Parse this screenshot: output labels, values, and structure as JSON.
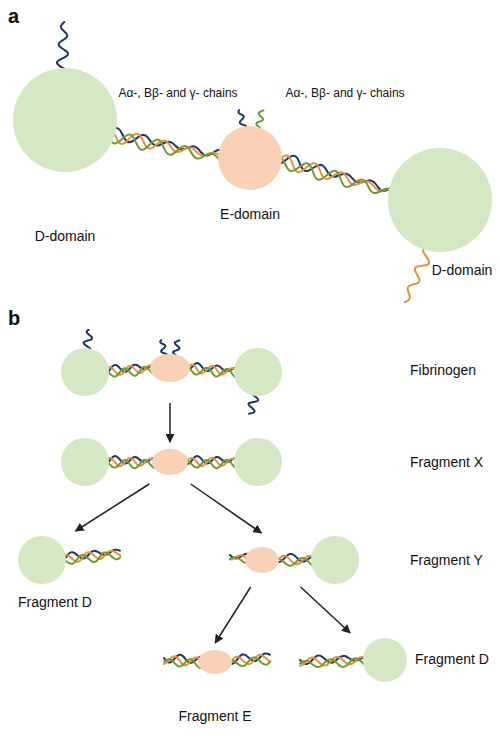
{
  "diagram": {
    "nodes": [
      {
        "text": [
          "D-domain"
        ]
      },
      {
        "text": [
          "E-domain"
        ]
      },
      {
        "text": [
          "D-domain"
        ]
      },
      {
        "text": [
          "Fibrinogen"
        ]
      },
      {
        "text": [
          "Fragment X"
        ]
      },
      {
        "text": [
          "Fragment D"
        ]
      },
      {
        "text": [
          "Fragment Y"
        ]
      },
      {
        "text": [
          "Fragment E"
        ]
      },
      {
        "text": [
          "Fragment D"
        ]
      }
    ],
    "edges": [
      {
        "from": 3,
        "to": 4,
        "arrow": "to"
      },
      {
        "from": 4,
        "to": 5,
        "arrow": "to"
      },
      {
        "from": 4,
        "to": 6,
        "arrow": "to"
      },
      {
        "from": 6,
        "to": 7,
        "arrow": "to"
      },
      {
        "from": 6,
        "to": 8,
        "arrow": "to"
      }
    ],
    "labels": [
      "a",
      "Aα-, Bβ- and γ- chains",
      "Aα-, Bβ- and γ- chains",
      "b"
    ]
  }
}
